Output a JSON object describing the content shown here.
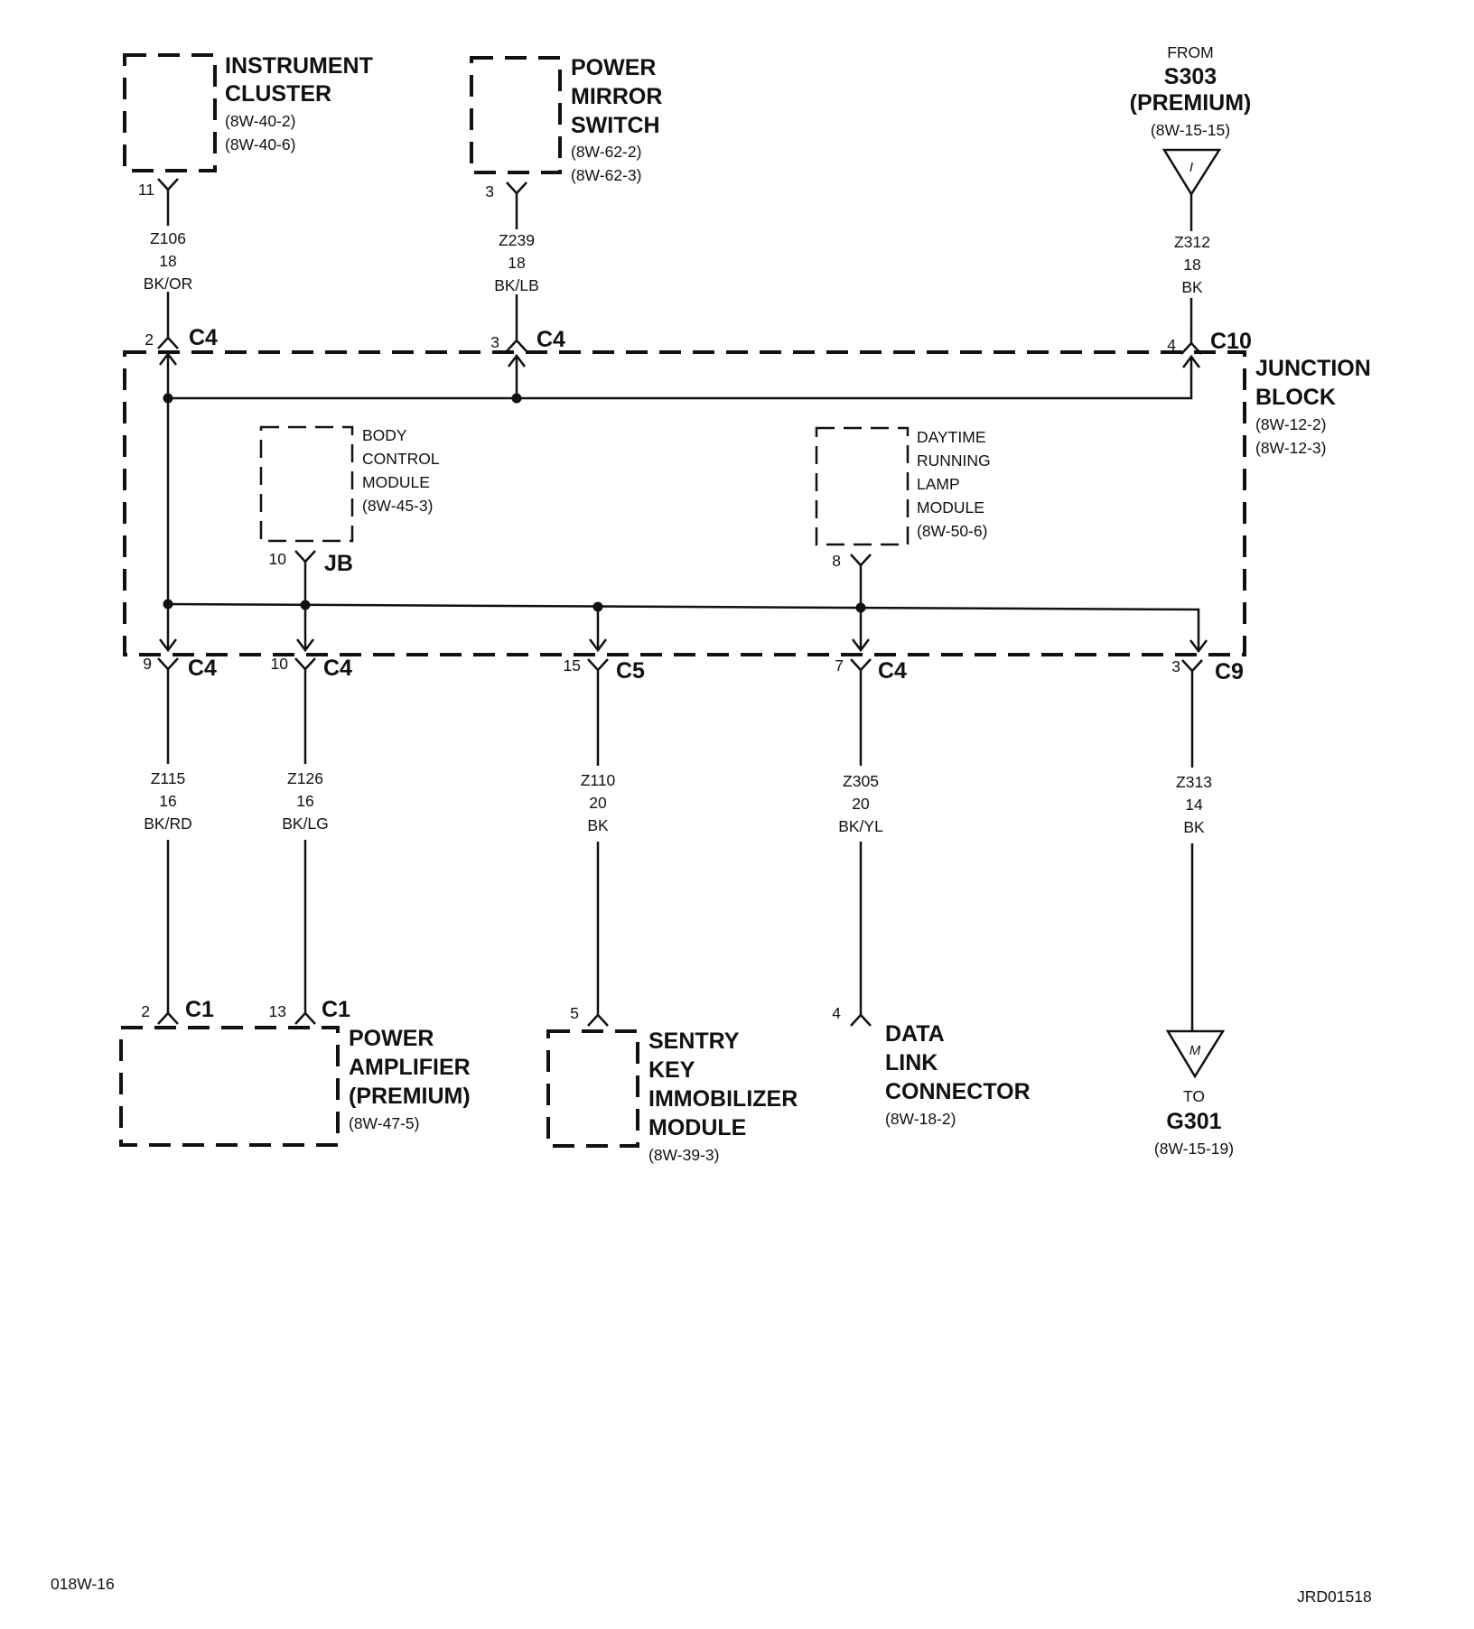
{
  "components": {
    "instrument_cluster": {
      "lines": [
        "INSTRUMENT",
        "CLUSTER"
      ],
      "refs": [
        "(8W-40-2)",
        "(8W-40-6)"
      ]
    },
    "power_mirror_switch": {
      "lines": [
        "POWER",
        "MIRROR",
        "SWITCH"
      ],
      "refs": [
        "(8W-62-2)",
        "(8W-62-3)"
      ]
    },
    "junction_block": {
      "lines": [
        "JUNCTION",
        "BLOCK"
      ],
      "refs": [
        "(8W-12-2)",
        "(8W-12-3)"
      ]
    },
    "body_control_module": {
      "lines": [
        "BODY",
        "CONTROL",
        "MODULE"
      ],
      "refs": [
        "(8W-45-3)"
      ]
    },
    "daytime_running_lamp_module": {
      "lines": [
        "DAYTIME",
        "RUNNING",
        "LAMP",
        "MODULE"
      ],
      "refs": [
        "(8W-50-6)"
      ]
    },
    "power_amplifier": {
      "lines": [
        "POWER",
        "AMPLIFIER",
        "(PREMIUM)"
      ],
      "refs": [
        "(8W-47-5)"
      ]
    },
    "sentry_key_immobilizer_module": {
      "lines": [
        "SENTRY",
        "KEY",
        "IMMOBILIZER",
        "MODULE"
      ],
      "refs": [
        "(8W-39-3)"
      ]
    },
    "data_link_connector": {
      "lines": [
        "DATA",
        "LINK",
        "CONNECTOR"
      ],
      "refs": [
        "(8W-18-2)"
      ]
    }
  },
  "from_splice": {
    "prefix": "FROM",
    "name": "S303",
    "qualifier": "(PREMIUM)",
    "ref": "(8W-15-15)",
    "symbol": "I"
  },
  "to_ground": {
    "prefix": "TO",
    "name": "G301",
    "ref": "(8W-15-19)",
    "symbol": "M"
  },
  "wires": {
    "z106": {
      "circuit": "Z106",
      "gauge": "18",
      "color": "BK/OR"
    },
    "z239": {
      "circuit": "Z239",
      "gauge": "18",
      "color": "BK/LB"
    },
    "z312": {
      "circuit": "Z312",
      "gauge": "18",
      "color": "BK"
    },
    "z115": {
      "circuit": "Z115",
      "gauge": "16",
      "color": "BK/RD"
    },
    "z126": {
      "circuit": "Z126",
      "gauge": "16",
      "color": "BK/LG"
    },
    "z110": {
      "circuit": "Z110",
      "gauge": "20",
      "color": "BK"
    },
    "z305": {
      "circuit": "Z305",
      "gauge": "20",
      "color": "BK/YL"
    },
    "z313": {
      "circuit": "Z313",
      "gauge": "14",
      "color": "BK"
    }
  },
  "pins": {
    "cluster_pin": "11",
    "mirror_pin": "3",
    "jb_top_left": {
      "pin": "2",
      "connector": "C4"
    },
    "jb_top_mid": {
      "pin": "3",
      "connector": "C4"
    },
    "jb_top_right": {
      "pin": "4",
      "connector": "C10"
    },
    "bcm_pin": {
      "pin": "10",
      "connector": "JB"
    },
    "drl_pin": "8",
    "jb_bottom_1": {
      "pin": "9",
      "connector": "C4"
    },
    "jb_bottom_2": {
      "pin": "10",
      "connector": "C4"
    },
    "jb_bottom_3": {
      "pin": "15",
      "connector": "C5"
    },
    "jb_bottom_4": {
      "pin": "7",
      "connector": "C4"
    },
    "jb_bottom_5": {
      "pin": "3",
      "connector": "C9"
    },
    "amp_pin_a": {
      "pin": "2",
      "connector": "C1"
    },
    "amp_pin_b": {
      "pin": "13",
      "connector": "C1"
    },
    "skim_pin": "5",
    "dlc_pin": "4"
  },
  "footer": {
    "page_id": "018W-16",
    "drawing_id": "JRD01518"
  }
}
